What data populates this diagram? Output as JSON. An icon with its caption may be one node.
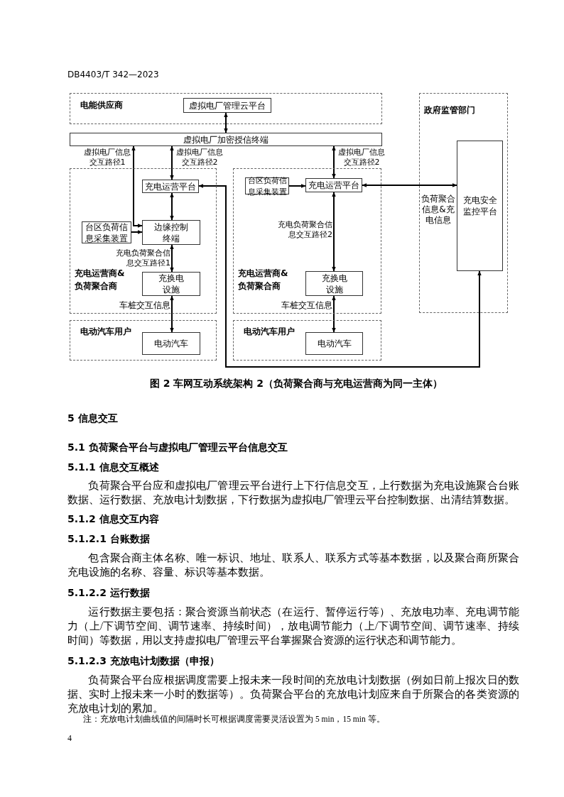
{
  "diagram": {
    "caption": "图 2 车网互动系统架构 2（负荷聚合商与充电运营商为同一主体）",
    "nodes": [
      {
        "text": [
          "电能供应商"
        ]
      },
      {
        "text": [
          "虚拟电厂管理云平台"
        ],
        "in": 0
      },
      {
        "text": [
          "虚拟电厂加密授信终端"
        ]
      },
      {
        "text": [
          "充电运营商&负荷聚合商"
        ]
      },
      {
        "text": [
          "充电运营平台"
        ],
        "in": 3
      },
      {
        "text": [
          "台区负荷信息采集装置"
        ],
        "in": 3
      },
      {
        "text": [
          "边缘控制终端"
        ],
        "in": 3
      },
      {
        "text": [
          "充换电设施"
        ],
        "in": 3
      },
      {
        "text": [
          "电动汽车用户"
        ]
      },
      {
        "text": [
          "电动汽车"
        ],
        "in": 8
      },
      {
        "text": [
          "充电运营商&负荷聚合商"
        ]
      },
      {
        "text": [
          "台区负荷信息采集装置"
        ],
        "in": 10
      },
      {
        "text": [
          "充电运营平台"
        ],
        "in": 10
      },
      {
        "text": [
          "充换电设施"
        ],
        "in": 10
      },
      {
        "text": [
          "电动汽车用户"
        ]
      },
      {
        "text": [
          "电动汽车"
        ],
        "in": 14
      },
      {
        "text": [
          "政府监管部门"
        ]
      },
      {
        "text": [
          "充电安全监控平台"
        ],
        "in": 16
      }
    ],
    "edges": [
      {
        "from": 1,
        "to": 2,
        "arrow": "both"
      },
      {
        "from": 6,
        "to": 2,
        "arrow": "both",
        "label": "虚拟电厂信息交互路径1"
      },
      {
        "from": 2,
        "to": 4,
        "arrow": "both",
        "label": "虚拟电厂信息交互路径2"
      },
      {
        "from": 4,
        "to": 6,
        "arrow": "both"
      },
      {
        "from": 5,
        "to": 6,
        "arrow": "to"
      },
      {
        "from": 6,
        "to": 7,
        "arrow": "both",
        "label": "充电负荷聚合信息交互路径1"
      },
      {
        "from": 7,
        "to": 9,
        "arrow": "both",
        "label": "车桩交互信息"
      },
      {
        "from": 4,
        "to": 17,
        "arrow": "both"
      },
      {
        "from": 2,
        "to": 12,
        "arrow": "both",
        "label": "虚拟电厂信息交互路径2"
      },
      {
        "from": 11,
        "to": 12,
        "arrow": "to"
      },
      {
        "from": 12,
        "to": 13,
        "arrow": "both",
        "label": "充电负荷聚合信息交互路径2"
      },
      {
        "from": 13,
        "to": 15,
        "arrow": "both",
        "label": "车桩交互信息"
      },
      {
        "from": 12,
        "to": 17,
        "arrow": "both",
        "label": "负荷聚合信息&充电信息"
      }
    ],
    "labels": [
      "DB4403/T 342—2023",
      "5 信息交互",
      "5.1 负荷聚合平台与虚拟电厂管理云平台信息交互",
      "5.1.1 信息交互概述",
      "负荷聚合平台应和虚拟电厂管理云平台进行上下行信息交互，上行数据为充电设施聚合台账数据、运行数据、充放电计划数据，下行数据为虚拟电厂管理云平台控制数据、出清结算数据。",
      "5.1.2 信息交互内容",
      "5.1.2.1 台账数据",
      "包含聚合商主体名称、唯一标识、地址、联系人、联系方式等基本数据，以及聚合商所聚合充电设施的名称、容量、标识等基本数据。",
      "5.1.2.2 运行数据",
      "运行数据主要包括：聚合资源当前状态（在运行、暂停运行等）、充放电功率、充电调节能力（上/下调节空间、调节速率、持续时间），放电调节能力（上/下调节空间、调节速率、持续时间）等数据，用以支持虚拟电厂管理云平台掌握聚合资源的运行状态和调节能力。",
      "5.1.2.3 充放电计划数据（申报）",
      "负荷聚合平台应根据调度需要上报未来一段时间的充放电计划数据（例如日前上报次日的数据、实时上报未来一小时的数据等）。负荷聚合平台的充放电计划应来自于所聚合的各类资源的充放电计划的累加。",
      "注：充放电计划曲线值的间隔时长可根据调度需要灵活设置为 5 min，15 min 等。",
      "4"
    ]
  }
}
